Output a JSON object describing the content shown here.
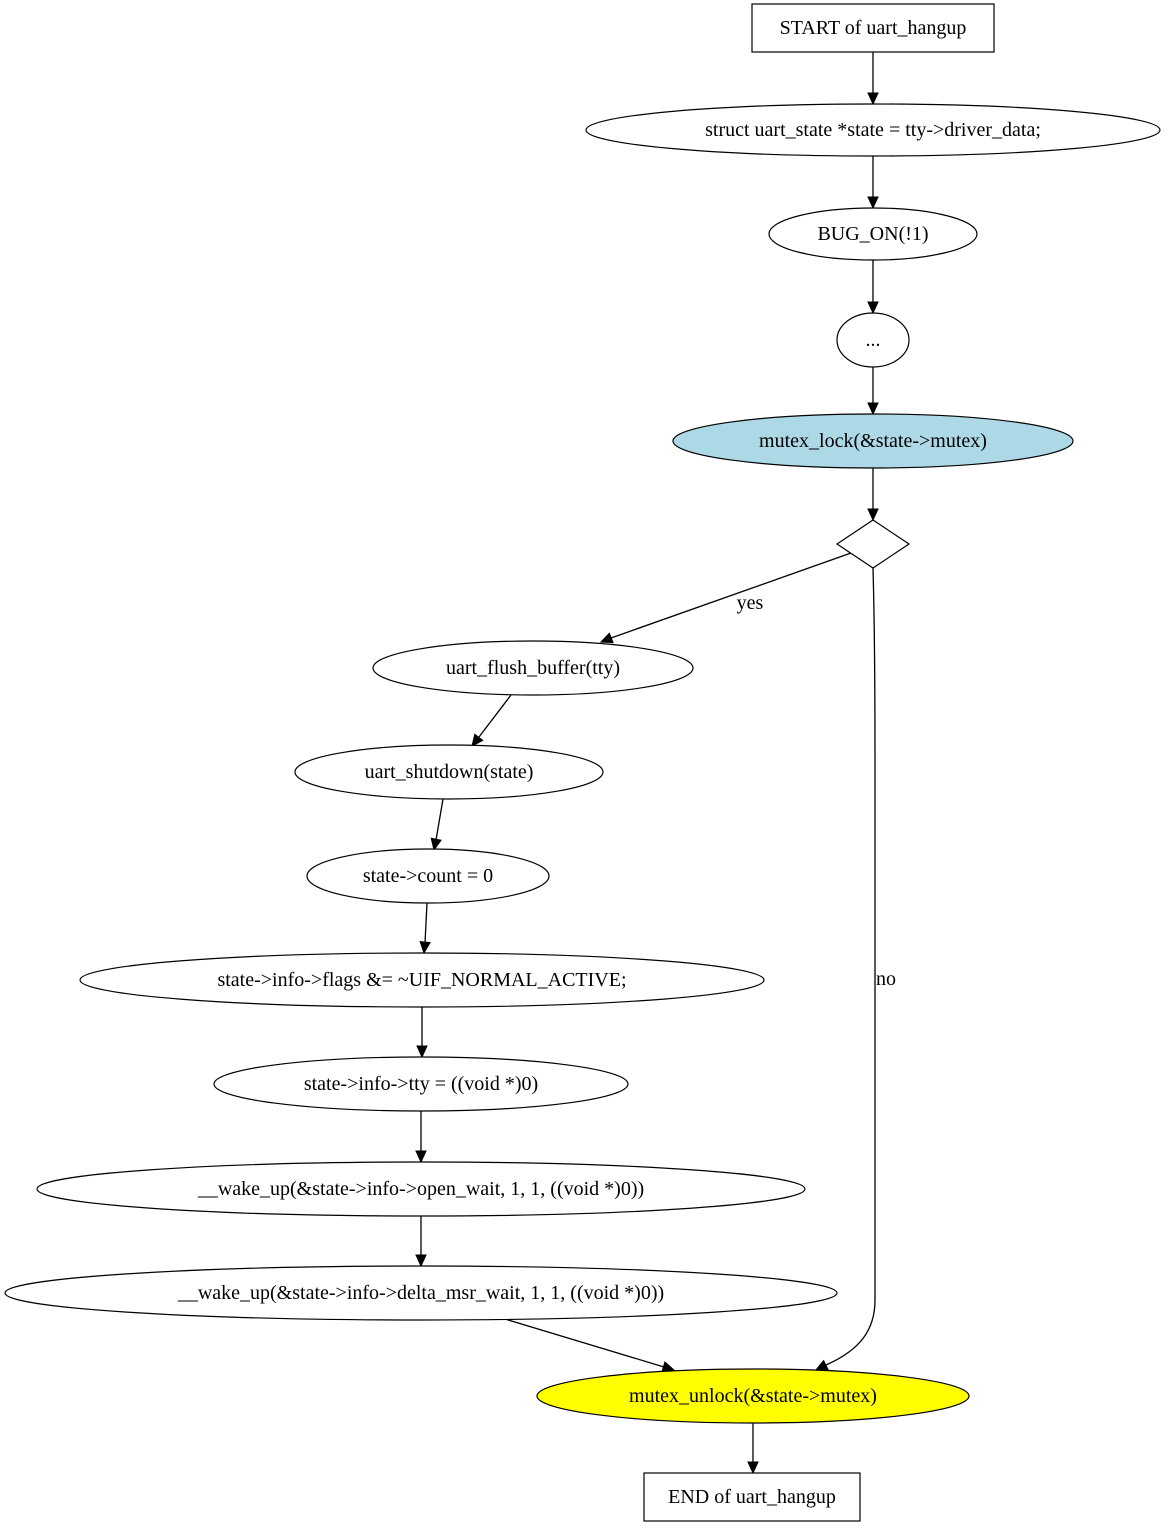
{
  "diagram": {
    "nodes": [
      {
        "id": "start",
        "shape": "box",
        "label": "START of uart_hangup",
        "fill": "#ffffff"
      },
      {
        "id": "decl",
        "shape": "ellipse",
        "label": "struct uart_state *state = tty->driver_data;",
        "fill": "#ffffff"
      },
      {
        "id": "bugon",
        "shape": "ellipse",
        "label": "BUG_ON(!1)",
        "fill": "#ffffff"
      },
      {
        "id": "dots",
        "shape": "ellipse",
        "label": "...",
        "fill": "#ffffff"
      },
      {
        "id": "lock",
        "shape": "ellipse",
        "label": "mutex_lock(&state->mutex)",
        "fill": "#add8e6"
      },
      {
        "id": "cond",
        "shape": "diamond",
        "label": "",
        "fill": "#ffffff"
      },
      {
        "id": "flush",
        "shape": "ellipse",
        "label": "uart_flush_buffer(tty)",
        "fill": "#ffffff"
      },
      {
        "id": "shutdown",
        "shape": "ellipse",
        "label": "uart_shutdown(state)",
        "fill": "#ffffff"
      },
      {
        "id": "count",
        "shape": "ellipse",
        "label": "state->count = 0",
        "fill": "#ffffff"
      },
      {
        "id": "flags",
        "shape": "ellipse",
        "label": "state->info->flags &= ~UIF_NORMAL_ACTIVE;",
        "fill": "#ffffff"
      },
      {
        "id": "tty",
        "shape": "ellipse",
        "label": "state->info->tty = ((void *)0)",
        "fill": "#ffffff"
      },
      {
        "id": "wake1",
        "shape": "ellipse",
        "label": "__wake_up(&state->info->open_wait, 1, 1, ((void *)0))",
        "fill": "#ffffff"
      },
      {
        "id": "wake2",
        "shape": "ellipse",
        "label": "__wake_up(&state->info->delta_msr_wait, 1, 1, ((void *)0))",
        "fill": "#ffffff"
      },
      {
        "id": "unlock",
        "shape": "ellipse",
        "label": "mutex_unlock(&state->mutex)",
        "fill": "#ffff00"
      },
      {
        "id": "end",
        "shape": "box",
        "label": "END of uart_hangup",
        "fill": "#ffffff"
      }
    ],
    "edges": [
      {
        "from": "start",
        "to": "decl",
        "label": ""
      },
      {
        "from": "decl",
        "to": "bugon",
        "label": ""
      },
      {
        "from": "bugon",
        "to": "dots",
        "label": ""
      },
      {
        "from": "dots",
        "to": "lock",
        "label": ""
      },
      {
        "from": "lock",
        "to": "cond",
        "label": ""
      },
      {
        "from": "cond",
        "to": "flush",
        "label": "yes"
      },
      {
        "from": "cond",
        "to": "unlock",
        "label": "no"
      },
      {
        "from": "flush",
        "to": "shutdown",
        "label": ""
      },
      {
        "from": "shutdown",
        "to": "count",
        "label": ""
      },
      {
        "from": "count",
        "to": "flags",
        "label": ""
      },
      {
        "from": "flags",
        "to": "tty",
        "label": ""
      },
      {
        "from": "tty",
        "to": "wake1",
        "label": ""
      },
      {
        "from": "wake1",
        "to": "wake2",
        "label": ""
      },
      {
        "from": "wake2",
        "to": "unlock",
        "label": ""
      },
      {
        "from": "unlock",
        "to": "end",
        "label": ""
      }
    ]
  }
}
